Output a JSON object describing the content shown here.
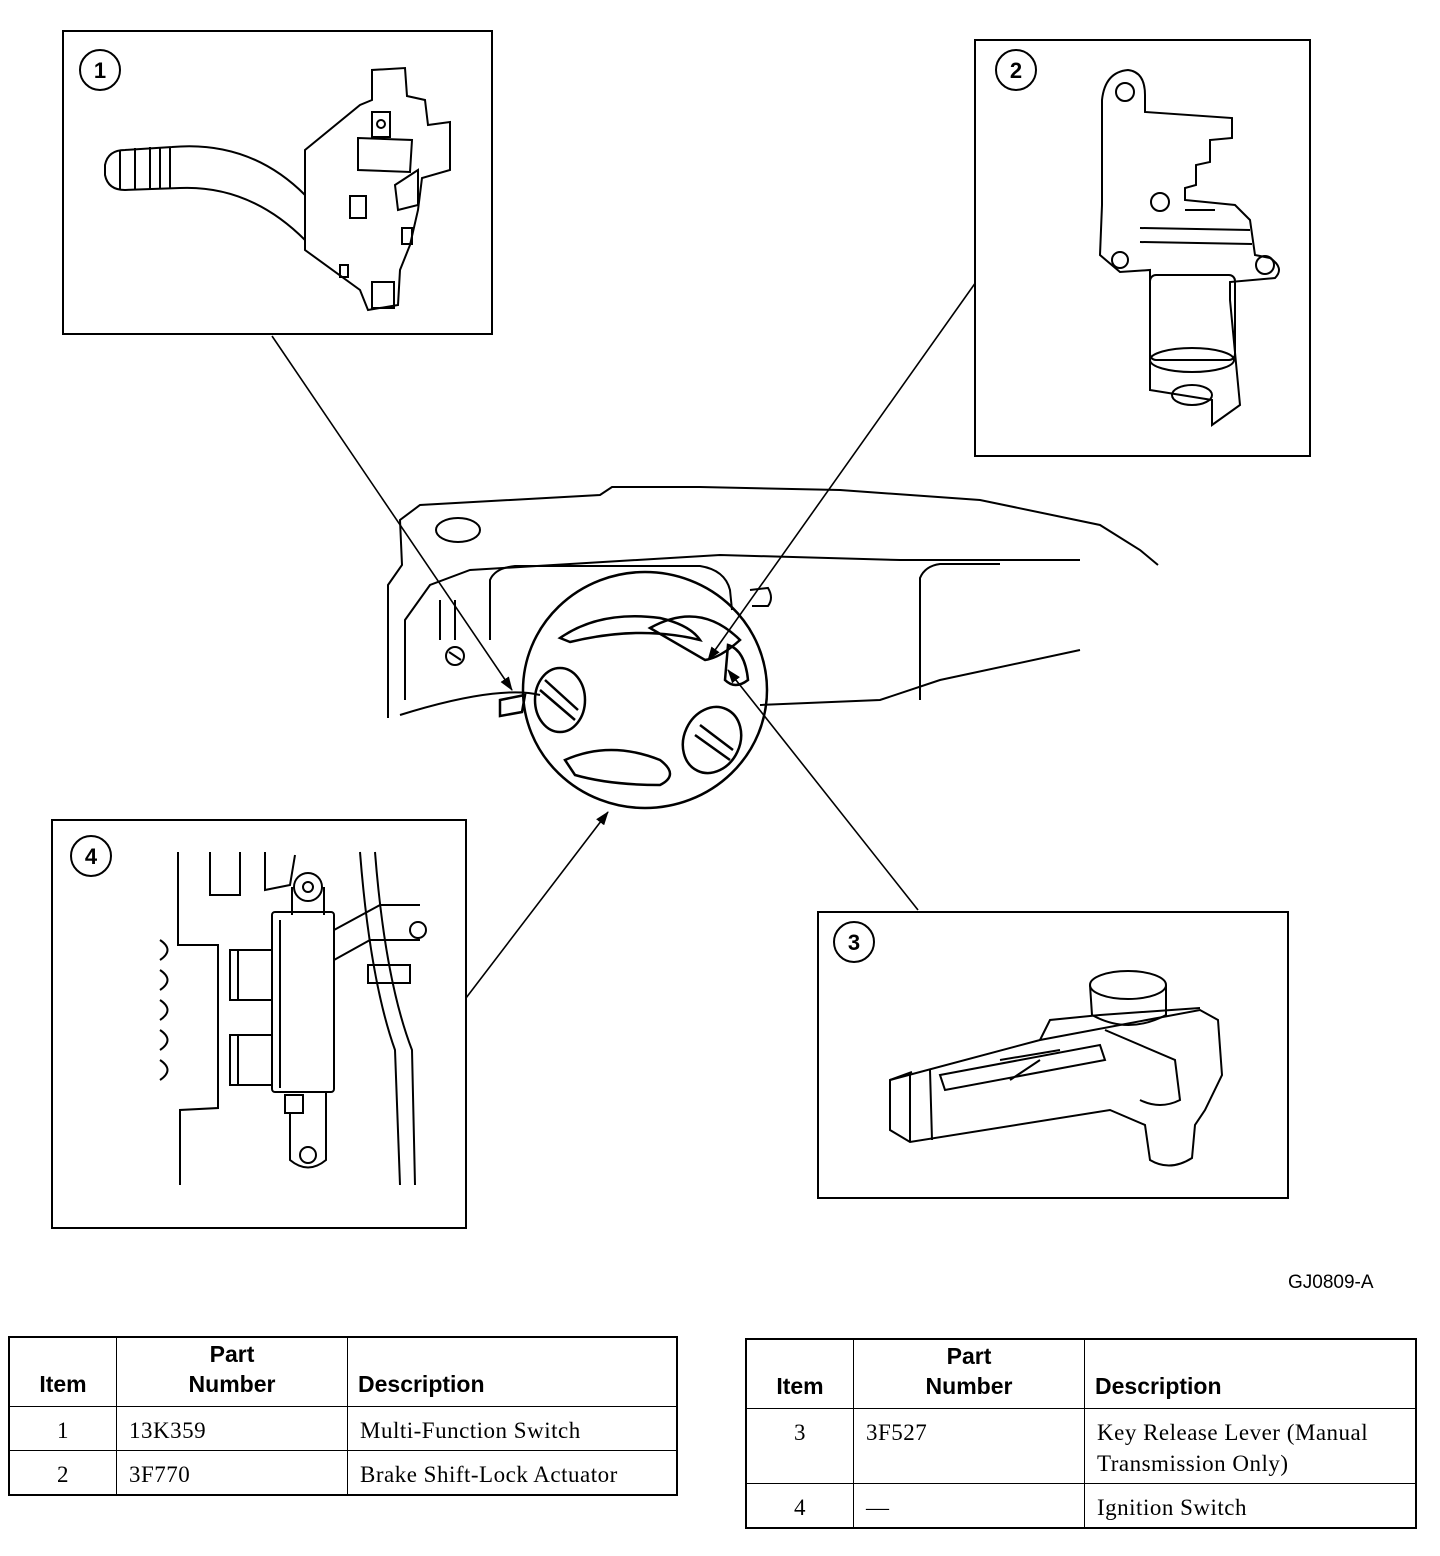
{
  "figure_id": "GJ0809-A",
  "callouts": [
    "1",
    "2",
    "3",
    "4"
  ],
  "tables": [
    {
      "headers": {
        "item": "Item",
        "part_line1": "Part",
        "part_line2": "Number",
        "description": "Description"
      },
      "rows": [
        {
          "item": "1",
          "part": "13K359",
          "description": "Multi-Function Switch"
        },
        {
          "item": "2",
          "part": "3F770",
          "description": "Brake Shift-Lock Actuator"
        }
      ]
    },
    {
      "headers": {
        "item": "Item",
        "part_line1": "Part",
        "part_line2": "Number",
        "description": "Description"
      },
      "rows": [
        {
          "item": "3",
          "part": "3F527",
          "description": "Key Release Lever (Manual Transmission Only)"
        },
        {
          "item": "4",
          "part": "—",
          "description": "Ignition Switch"
        }
      ]
    }
  ]
}
